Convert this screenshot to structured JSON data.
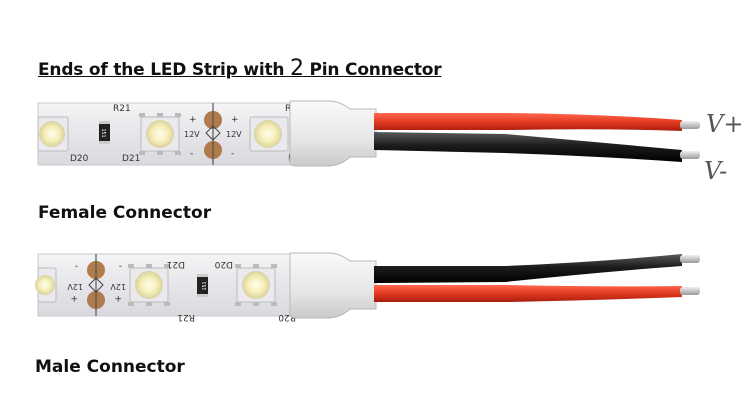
{
  "title": {
    "part1": "Ends of the LED Strip with ",
    "digit": "2",
    "part2": " Pin Connector"
  },
  "female": {
    "label": "Female Connector",
    "silkscreen": {
      "r21": "R21",
      "r": "R",
      "d20": "D20",
      "d21": "D21",
      "v12a": "12V",
      "v12b": "12V",
      "resistor": "151",
      "plus": "+",
      "minus": "-",
      "d": "D"
    }
  },
  "male": {
    "label": "Male Connector",
    "silkscreen": {
      "r21": "R21",
      "d20": "D20",
      "d21": "D21",
      "v12a": "12V",
      "v12b": "12V",
      "resistor": "151",
      "plus": "+",
      "minus": "-",
      "r20": "R20"
    }
  },
  "wires": {
    "v_plus": "V+",
    "v_minus": "V-"
  },
  "colors": {
    "red_wire": "#e23a22",
    "black_wire": "#1c1c1c",
    "strip": "#e8e8ec",
    "sleeve": "#ececec",
    "pad": "#b07a4a"
  }
}
